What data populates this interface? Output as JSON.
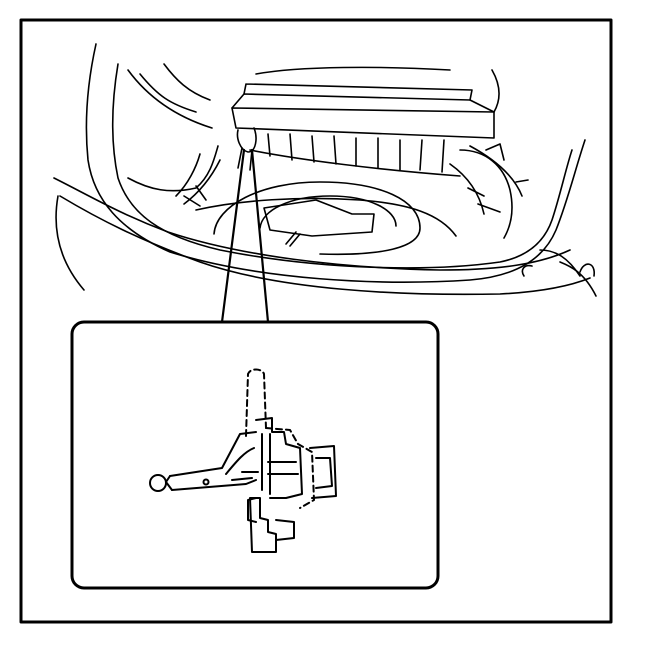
{
  "figure": {
    "type": "technical-line-drawing",
    "subject": "vehicle-trunk-with-detail-callout",
    "colors": {
      "line": "#000000",
      "background": "#ffffff"
    },
    "callout": {
      "style": "rounded-rectangle-magnifier"
    },
    "labels": []
  }
}
